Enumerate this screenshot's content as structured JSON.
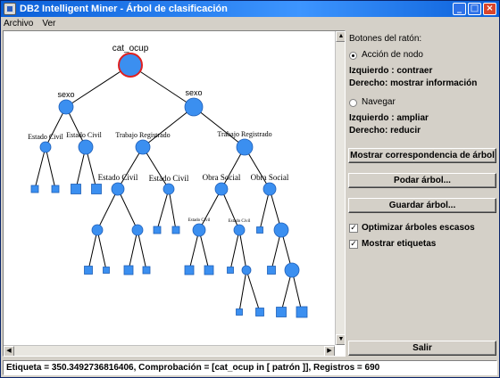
{
  "window": {
    "title": "DB2 Intelligent Miner - Árbol de clasificación",
    "controls": {
      "minimize": "_",
      "maximize": "□",
      "close": "×"
    }
  },
  "menu": {
    "items": [
      "Archivo",
      "Ver"
    ]
  },
  "tree": {
    "node_labels": {
      "n1": "cat_ocup",
      "n2": "sexo",
      "n3": "sexo",
      "n4": "Estado Civil",
      "n5": "Estado Civil",
      "n6": "Trabajo Registrado",
      "n7": "Trabajo Registrado",
      "n8": "Estado Civil",
      "n9": "Estado Civil",
      "n10": "Obra Social",
      "n11": "Obra Social",
      "n12": "Estado Civil",
      "n13": "Estado Civil"
    },
    "colors": {
      "node_fill": "#3b8ff0",
      "node_stroke": "#1f5fb8",
      "root_fill": "#e02020",
      "edge": "#000000"
    }
  },
  "panel": {
    "section_title": "Botones del ratón:",
    "node_action": {
      "label": "Acción de nodo",
      "left": "Izquierdo : contraer",
      "right": "Derecho: mostrar información",
      "selected": true
    },
    "navigate": {
      "label": "Navegar",
      "left": "Izquierdo : ampliar",
      "right": "Derecho: reducir",
      "selected": false
    },
    "buttons": {
      "show_mapping": "Mostrar correspondencia de árbol",
      "prune": "Podar árbol...",
      "save": "Guardar árbol...",
      "exit": "Salir"
    },
    "options": {
      "optimize": {
        "label": "Optimizar árboles escasos",
        "checked": true
      },
      "show_labels": {
        "label": "Mostrar etiquetas",
        "checked": true
      }
    }
  },
  "status": {
    "text": "Etiqueta = 350.3492736816406, Comprobación = [cat_ocup in [ patrón ]], Registros = 690"
  }
}
